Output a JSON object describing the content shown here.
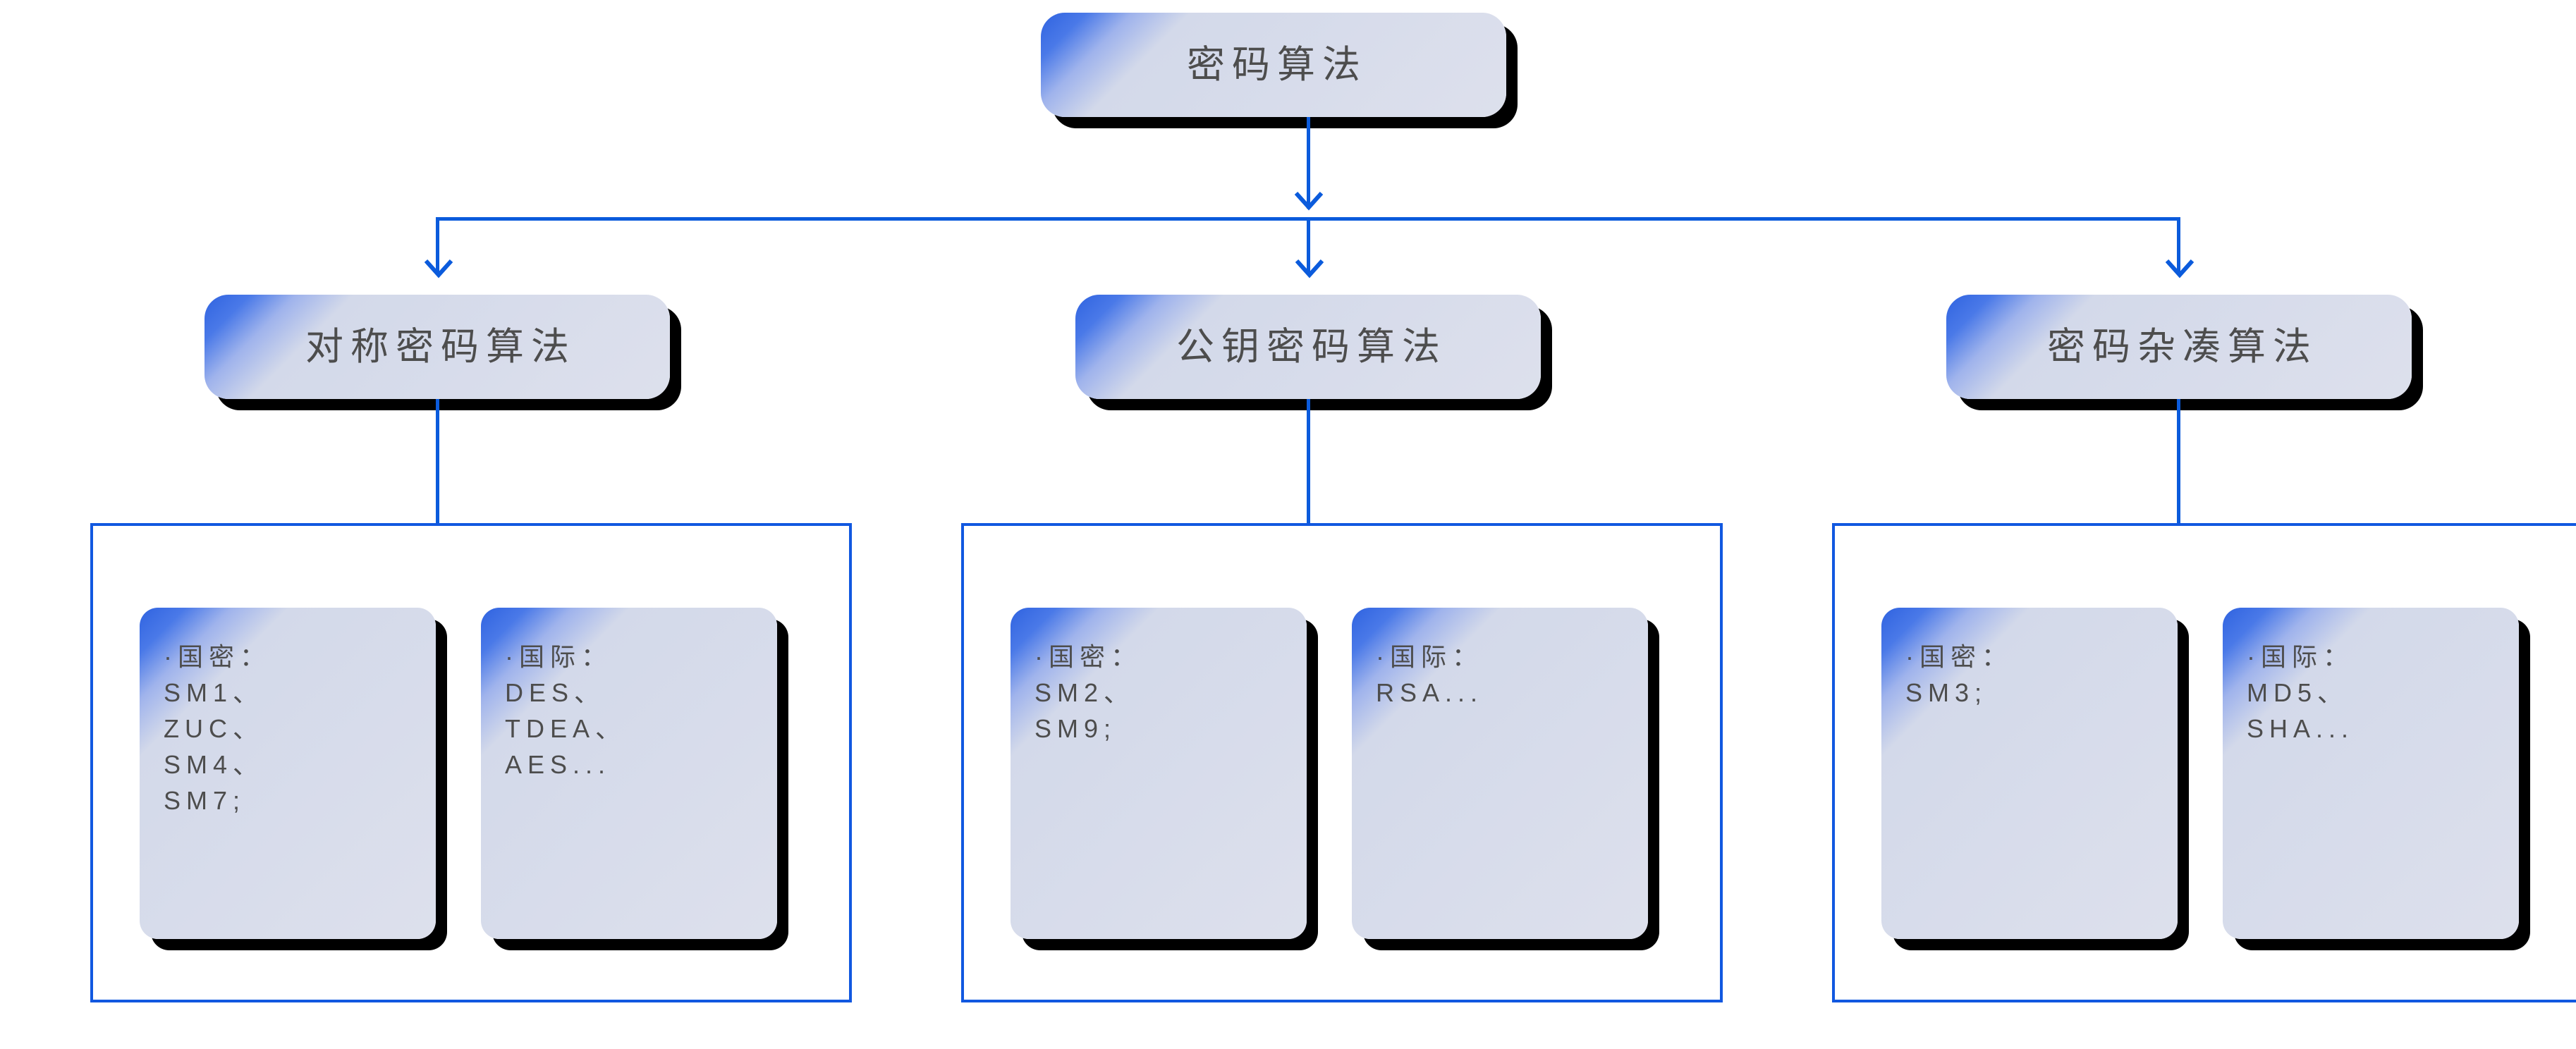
{
  "diagram": {
    "title_text": "密码算法",
    "accent_color": "#0b5bdc",
    "outline_color": "#1158e0",
    "card_fill_color": "#dde0ec",
    "card_accent_color": "#2f63e0",
    "shadow_color": "#000000",
    "text_color": "#4d4d4d"
  },
  "root": {
    "label": "密码算法"
  },
  "branches": [
    {
      "label": "对称密码算法",
      "leaves": [
        {
          "label": "·国密：\nSM1、\nZUC、\nSM4、\nSM7;"
        },
        {
          "label": "·国际：\nDES、\nTDEA、\nAES..."
        }
      ]
    },
    {
      "label": "公钥密码算法",
      "leaves": [
        {
          "label": "·国密：\nSM2、\nSM9;"
        },
        {
          "label": "·国际：\nRSA..."
        }
      ]
    },
    {
      "label": "密码杂凑算法",
      "leaves": [
        {
          "label": "·国密：\nSM3;"
        },
        {
          "label": "·国际：\nMD5、\nSHA..."
        }
      ]
    }
  ]
}
